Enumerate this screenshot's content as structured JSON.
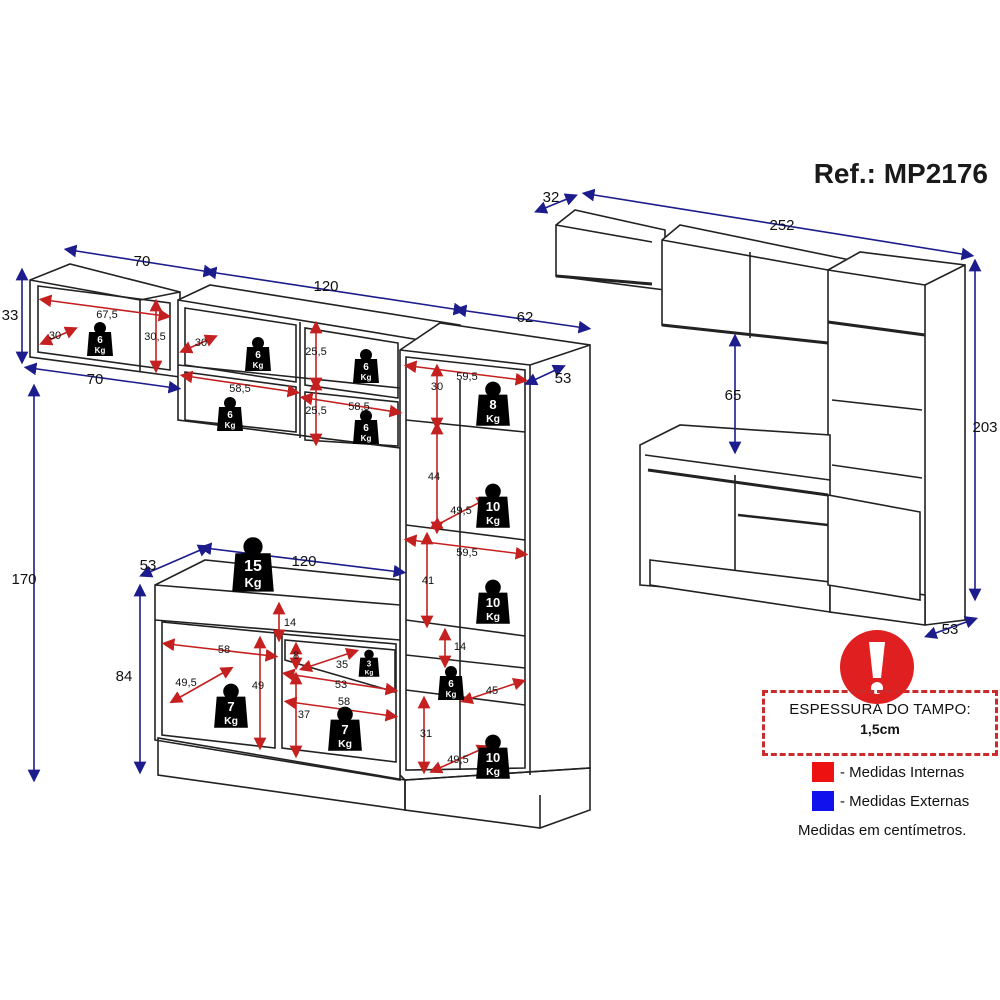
{
  "ref": "Ref.: MP2176",
  "notice": {
    "line1": "ESPESSURA DO TAMPO:",
    "line2": "1,5cm"
  },
  "legend": [
    {
      "label": "- Medidas Internas",
      "color": "#ee1111"
    },
    {
      "label": "- Medidas Externas",
      "color": "#1111cc"
    }
  ],
  "footnote": "Medidas em centímetros.",
  "colors": {
    "external": "#1c1c8c",
    "internal": "#c42020",
    "line": "#222222"
  },
  "external_dims": [
    "70",
    "70",
    "33",
    "120",
    "62",
    "53",
    "170",
    "53",
    "120",
    "84",
    "32",
    "252",
    "65",
    "203",
    "53"
  ],
  "internal_dims": [
    "67,5",
    "30",
    "30,5",
    "30",
    "25,5",
    "58,5",
    "25,5",
    "58,5",
    "59,5",
    "30",
    "44",
    "49,5",
    "59,5",
    "41",
    "14",
    "45",
    "31",
    "49,5",
    "14",
    "58",
    "8",
    "35",
    "53",
    "49,5",
    "49",
    "37",
    "58"
  ],
  "weights": [
    {
      "num": "6",
      "unit": "Kg"
    },
    {
      "num": "6",
      "unit": "Kg"
    },
    {
      "num": "6",
      "unit": "Kg"
    },
    {
      "num": "6",
      "unit": "Kg"
    },
    {
      "num": "6",
      "unit": "Kg"
    },
    {
      "num": "8",
      "unit": "Kg"
    },
    {
      "num": "10",
      "unit": "Kg"
    },
    {
      "num": "10",
      "unit": "Kg"
    },
    {
      "num": "6",
      "unit": "Kg"
    },
    {
      "num": "10",
      "unit": "Kg"
    },
    {
      "num": "15",
      "unit": "Kg"
    },
    {
      "num": "3",
      "unit": "Kg"
    },
    {
      "num": "7",
      "unit": "Kg"
    },
    {
      "num": "7",
      "unit": "Kg"
    }
  ]
}
